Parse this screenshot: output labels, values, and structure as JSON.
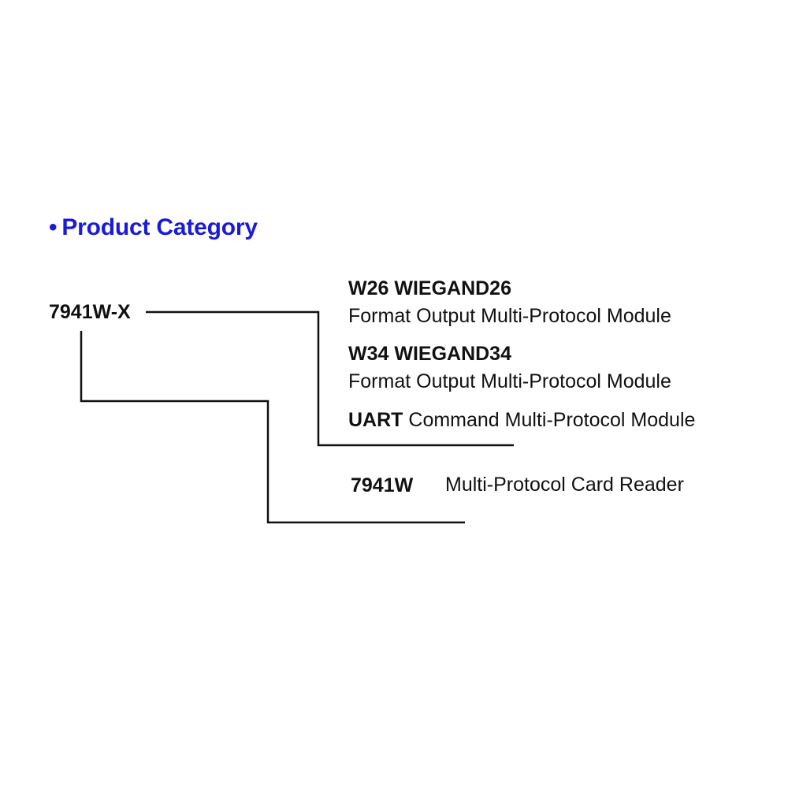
{
  "heading": {
    "bullet": "•",
    "text": "Product Category",
    "color": "#1a1adb"
  },
  "model": "7941W-X",
  "modules": [
    {
      "code": "W26 WIEGAND26",
      "description": "Format Output Multi-Protocol Module"
    },
    {
      "code": "W34 WIEGAND34",
      "description": "Format Output Multi-Protocol Module"
    },
    {
      "code": "UART",
      "description": "Command Multi-Protocol Module"
    }
  ],
  "reader": {
    "code": "7941W",
    "description": "Multi-Protocol Card Reader"
  }
}
